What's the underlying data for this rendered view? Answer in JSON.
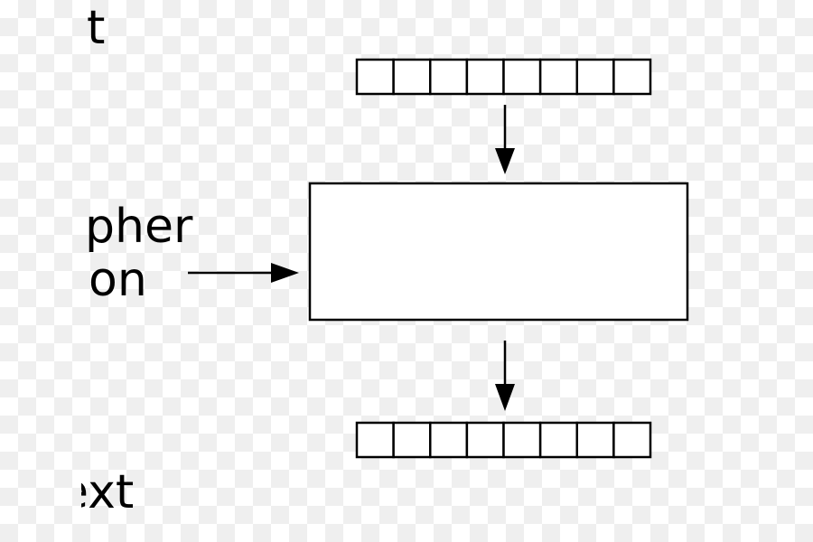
{
  "labels": {
    "top": "t",
    "middle_line1": "pher",
    "middle_line2": "on",
    "bottom": "ext"
  },
  "input_block": {
    "cells": 8
  },
  "output_block": {
    "cells": 8
  },
  "colors": {
    "stroke": "#000000",
    "box_fill": "#ffffff"
  }
}
